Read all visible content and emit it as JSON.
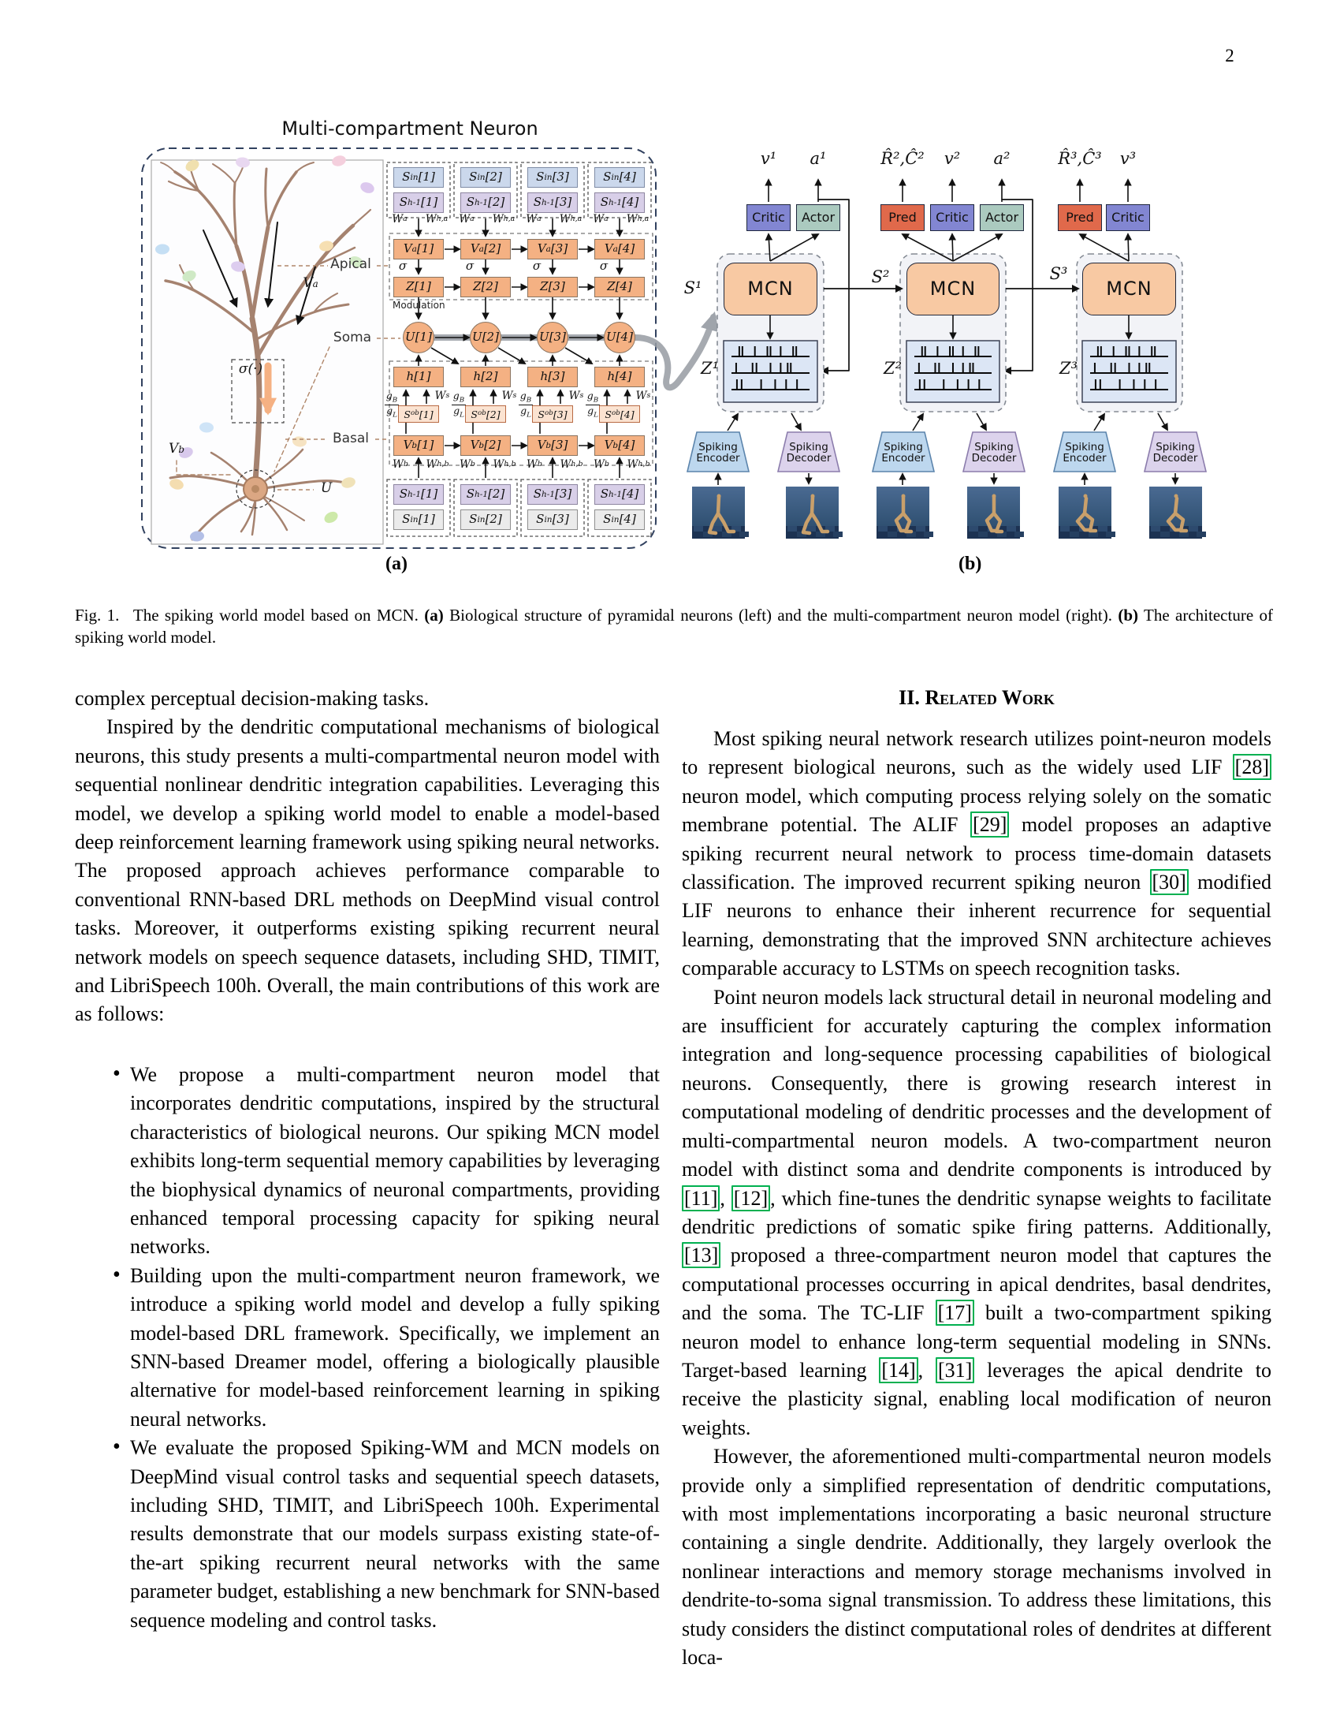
{
  "page": {
    "number": "2"
  },
  "figure": {
    "title": "Multi-compartment Neuron",
    "panel_a_label": "(a)",
    "panel_b_label": "(b)",
    "bio": {
      "apical": "Apical",
      "soma": "Soma",
      "basal": "Basal",
      "va": "V^a",
      "vb": "V^b",
      "u": "U",
      "sigma": "σ(·)"
    },
    "grid": {
      "modulation": "Modulation",
      "sigma": "σ",
      "wa": "W^a",
      "wha": "W^h,a",
      "wb": "W^b",
      "whb": "W^h,b",
      "ws": "W^s",
      "gb": "g_B",
      "gl": "g_L",
      "cols": [
        {
          "sin": "S^in[1]",
          "sh": "S^h-1 [1]",
          "va": "V^a[1]",
          "z": "Z[1]",
          "u": "U[1]",
          "h": "h[1]",
          "sob": "S^ob[1]",
          "vb": "V^b[1]",
          "sh_b": "S^h-1[1]",
          "sin_b": "S^in[1]"
        },
        {
          "sin": "S^in[2]",
          "sh": "S^h-1 [2]",
          "va": "V^a[2]",
          "z": "Z[2]",
          "u": "U[2]",
          "h": "h[2]",
          "sob": "S^ob[2]",
          "vb": "V^b[2]",
          "sh_b": "S^h-1[2]",
          "sin_b": "S^in[2]"
        },
        {
          "sin": "S^in[3]",
          "sh": "S^h-1 [3]",
          "va": "V^a[3]",
          "z": "Z[3]",
          "u": "U[3]",
          "h": "h[3]",
          "sob": "S^ob[3]",
          "vb": "V^b[3]",
          "sh_b": "S^h-1[3]",
          "sin_b": "S^in[3]"
        },
        {
          "sin": "S^in[4]",
          "sh": "S^h-1 [4]",
          "va": "V^a[4]",
          "z": "Z[4]",
          "u": "U[4]",
          "h": "h[4]",
          "sob": "S^ob[4]",
          "vb": "V^b[4]",
          "sh_b": "S^h-1[4]",
          "sin_b": "S^in[4]"
        }
      ]
    },
    "wm": {
      "mcn_label": "MCN",
      "blocks": [
        {
          "s": "S¹",
          "z": "Z¹",
          "heads": [
            {
              "kind": "critic",
              "label": "Critic",
              "out": "v¹"
            },
            {
              "kind": "actor",
              "label": "Actor",
              "out": "a¹"
            }
          ],
          "encoder": "Spiking Encoder",
          "decoder": "Spiking Decoder"
        },
        {
          "s": "S²",
          "z": "Z²",
          "heads": [
            {
              "kind": "pred",
              "label": "Pred",
              "out": "R̂²,Ĉ²"
            },
            {
              "kind": "critic",
              "label": "Critic",
              "out": "v²"
            },
            {
              "kind": "actor",
              "label": "Actor",
              "out": "a²"
            }
          ],
          "encoder": "Spiking Encoder",
          "decoder": "Spiking Decoder"
        },
        {
          "s": "S³",
          "z": "Z³",
          "heads": [
            {
              "kind": "pred",
              "label": "Pred",
              "out": "R̂³,Ĉ³"
            },
            {
              "kind": "critic",
              "label": "Critic",
              "out": "v³"
            }
          ],
          "encoder": "Spiking Encoder",
          "decoder": "Spiking Decoder"
        }
      ],
      "spike_rows": [
        [
          0.1,
          0.14,
          0.3,
          0.46,
          0.5,
          0.63,
          0.79,
          0.83
        ],
        [
          0.06,
          0.27,
          0.32,
          0.5,
          0.63,
          0.72,
          0.76
        ],
        [
          0.07,
          0.13,
          0.38,
          0.56,
          0.7,
          0.84
        ]
      ]
    },
    "colors": {
      "box_orange": "#F4B183",
      "box_blue": "#CBD8EC",
      "box_purple": "#D8CFE8",
      "box_gray": "#EBEBEB",
      "box_peach": "#FBE3D1",
      "pred": "#E0694B",
      "critic": "#8286D2",
      "actor": "#ABCABF",
      "mcn": "#F8C9A3",
      "encoder": "#BDD7EE",
      "decoder": "#DCD3EC",
      "raster_bg": "#DCE6F5",
      "walker": "#C9A06B",
      "robot_bg_top": "#4A6A92",
      "robot_bg_bottom": "#274867",
      "cite_green": "#00B050",
      "branch": "#A5826F"
    }
  },
  "caption": {
    "text": "Fig. 1.  The spiking world model based on MCN. **(a)** Biological structure of pyramidal neurons (left) and the multi-compartment neuron model (right). **(b)** The architecture of spiking world model."
  },
  "left_column": {
    "p1": "complex perceptual decision-making tasks.",
    "p2": "Inspired by the dendritic computational mechanisms of biological neurons, this study presents a multi-compartmental neuron model with sequential nonlinear dendritic integration capabilities. Leveraging this model, we develop a spiking world model to enable a model-based deep reinforcement learning framework using spiking neural networks. The proposed approach achieves performance comparable to conventional RNN-based DRL methods on DeepMind visual control tasks. Moreover, it outperforms existing spiking recurrent neural network models on speech sequence datasets, including SHD, TIMIT, and LibriSpeech 100h. Overall, the main contributions of this work are as follows:",
    "bullets": [
      "We propose a multi-compartment neuron model that incorporates dendritic computations, inspired by the structural characteristics of biological neurons. Our spiking MCN model exhibits long-term sequential memory capabilities by leveraging the biophysical dynamics of neuronal compartments, providing enhanced temporal processing capacity for spiking neural networks.",
      "Building upon the multi-compartment neuron framework, we introduce a spiking world model and develop a fully spiking model-based DRL framework. Specifically, we implement an SNN-based Dreamer model, offering a biologically plausible alternative for model-based reinforcement learning in spiking neural networks.",
      "We evaluate the proposed Spiking-WM and MCN models on DeepMind visual control tasks and sequential speech datasets, including SHD, TIMIT, and LibriSpeech 100h. Experimental results demonstrate that our models surpass existing state-of-the-art spiking recurrent neural networks with the same parameter budget, establishing a new benchmark for SNN-based sequence modeling and control tasks."
    ]
  },
  "right_column": {
    "heading": "II. Related Work",
    "p1": "Most spiking neural network research utilizes point-neuron models to represent biological neurons, such as the widely used LIF [[28]] neuron model, which computing process relying solely on the somatic membrane potential. The ALIF [[29]] model proposes an adaptive spiking recurrent neural network to process time-domain datasets classification. The improved recurrent spiking neuron [[30]] modified LIF neurons to enhance their inherent recurrence for sequential learning, demonstrating that the improved SNN architecture achieves comparable accuracy to LSTMs on speech recognition tasks.",
    "p2": "Point neuron models lack structural detail in neuronal modeling and are insufficient for accurately capturing the complex information integration and long-sequence processing capabilities of biological neurons. Consequently, there is growing research interest in computational modeling of dendritic processes and the development of multi-compartmental neuron models. A two-compartment neuron model with distinct soma and dendrite components is introduced by [[11]], [[12]], which fine-tunes the dendritic synapse weights to facilitate dendritic predictions of somatic spike firing patterns. Additionally, [[13]] proposed a three-compartment neuron model that captures the computational processes occurring in apical dendrites, basal dendrites, and the soma. The TC-LIF [[17]] built a two-compartment spiking neuron model to enhance long-term sequential modeling in SNNs. Target-based learning [[14]], [[31]] leverages the apical dendrite to receive the plasticity signal, enabling local modification of neuron weights.",
    "p3": "However, the aforementioned multi-compartmental neuron models provide only a simplified representation of dendritic computations, with most implementations incorporating a basic neuronal structure containing a single dendrite. Additionally, they largely overlook the nonlinear interactions and memory storage mechanisms involved in dendrite-to-soma signal transmission. To address these limitations, this study considers the distinct computational roles of dendrites at different loca-"
  }
}
